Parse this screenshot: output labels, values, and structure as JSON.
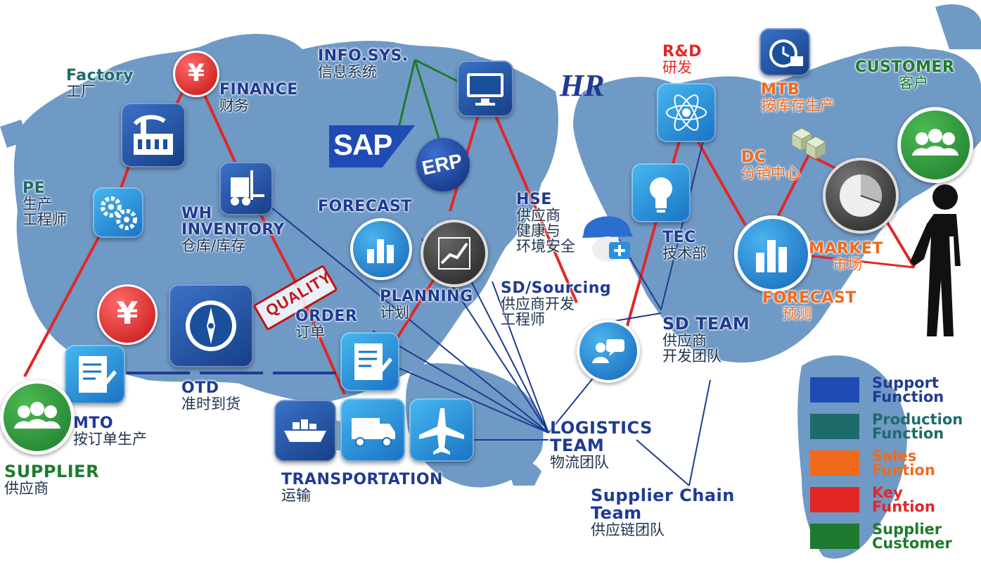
{
  "nodes": {
    "factory": {
      "en": "Factory",
      "zh": "工厂"
    },
    "finance": {
      "en": "FINANCE",
      "zh": "财务"
    },
    "pe": {
      "en": "PE",
      "zh": "生产",
      "zh2": "工程师"
    },
    "wh": {
      "en": "WH",
      "en2": "INVENTORY",
      "zh": "仓库/库存"
    },
    "info_sys": {
      "en": "INFO.SYS.",
      "zh": "信息系统"
    },
    "sap": {
      "text": "SAP"
    },
    "erp": {
      "text": "ERP"
    },
    "forecast_left": {
      "en": "FORECAST"
    },
    "hse": {
      "en": "HSE",
      "zh": "供应商",
      "zh2": "健康与",
      "zh3": "环境安全"
    },
    "hr": {
      "text": "HR"
    },
    "rd": {
      "en": "R&D",
      "zh": "研发"
    },
    "mtb": {
      "en": "MTB",
      "zh": "按库存生产"
    },
    "dc": {
      "en": "DC",
      "zh": "分销中心"
    },
    "customer": {
      "en": "CUSTOMER",
      "zh": "客户"
    },
    "tec": {
      "en": "TEC",
      "zh": "技术部"
    },
    "market": {
      "en": "MARKET",
      "zh": "市场"
    },
    "forecast_right": {
      "en": "FORECAST",
      "zh": "预测"
    },
    "planning": {
      "en": "PLANNING",
      "zh": "计划"
    },
    "sd_sourcing": {
      "en": "SD/Sourcing",
      "zh": "供应商开发",
      "zh2": "工程师"
    },
    "sd_team": {
      "en": "SD TEAM",
      "zh": "供应商",
      "zh2": "开发团队"
    },
    "order": {
      "en": "ORDER",
      "zh": "订单"
    },
    "quality": {
      "text": "QUALITY"
    },
    "otd": {
      "en": "OTD",
      "zh": "准时到货"
    },
    "mto": {
      "en": "MTO",
      "zh": "按订单生产"
    },
    "supplier": {
      "en": "SUPPLIER",
      "zh": "供应商"
    },
    "transportation": {
      "en": "TRANSPORTATION",
      "zh": "运输"
    },
    "logistics": {
      "en": "LOGISTICS",
      "en2": "TEAM",
      "zh": "物流团队"
    },
    "supply_chain": {
      "en": "Supplier Chain",
      "en2": "Team",
      "zh": "供应链团队"
    }
  },
  "legend": [
    {
      "label": "Support",
      "label2": "Function",
      "color": "#1f4bb4"
    },
    {
      "label": "Production",
      "label2": "Function",
      "color": "#1e6b6b"
    },
    {
      "label": "Sales",
      "label2": "Funtion",
      "color": "#f06a1c"
    },
    {
      "label": "Key",
      "label2": "Funtion",
      "color": "#e42626"
    },
    {
      "label": "Supplier",
      "label2": "Customer",
      "color": "#1e7a2e"
    }
  ],
  "colors": {
    "map": "#5f8fbf",
    "key_line": "#e42626",
    "support_line": "#1f3a93",
    "production_line": "#1e7a2e",
    "tile_light": "#2f9be0",
    "tile_dark": "#1a4f9c"
  },
  "icons": {
    "yen": "¥",
    "factory": "factory-icon",
    "gears": "gears-icon",
    "forklift": "forklift-icon",
    "monitor": "monitor-icon",
    "compass": "compass-icon",
    "order": "order-form-icon",
    "ship": "ship-icon",
    "truck": "truck-icon",
    "plane": "plane-icon",
    "bar": "bar-chart-icon",
    "trend": "trend-chart-icon",
    "helmet": "safety-helmet-icon",
    "bulb": "light-bulb-icon",
    "atom": "atom-icon",
    "clock": "clock-icon",
    "cubes": "cubes-icon",
    "pie": "pie-chart-icon",
    "chat": "chat-icon",
    "people": "people-icon",
    "person": "person-silhouette-icon"
  }
}
